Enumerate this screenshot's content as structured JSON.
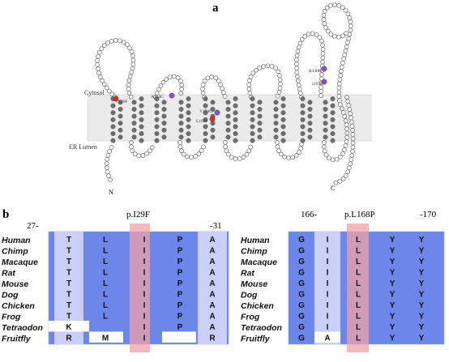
{
  "panel_a": {
    "label": "a",
    "cytosol_label": "Cytosol",
    "er_label": "ER Lumen",
    "n_label": "N",
    "c_label": "C",
    "mutations": [
      {
        "label": "I29F",
        "color": "#e0281e"
      },
      {
        "label": "A114G",
        "color": "#8a4fd0"
      },
      {
        "label": "Y170C",
        "color": "#8a4fd0"
      },
      {
        "label": "L168F",
        "color": "#e0281e"
      },
      {
        "label": "R348H",
        "color": "#8a4fd0"
      },
      {
        "label": "I293F",
        "color": "#8a4fd0"
      }
    ]
  },
  "panel_b": {
    "label": "b",
    "species": [
      "Human",
      "Chimp",
      "Macaque",
      "Rat",
      "Mouse",
      "Dog",
      "Chicken",
      "Frog",
      "Tetraodon",
      "Fruitfly"
    ],
    "left": {
      "title": "p.I29F",
      "start": "27-",
      "end": "-31",
      "columns": [
        [
          "T",
          "T",
          "T",
          "T",
          "T",
          "T",
          "T",
          "T",
          "K",
          "R"
        ],
        [
          "L",
          "L",
          "L",
          "L",
          "L",
          "L",
          "L",
          "L",
          "",
          "M"
        ],
        [
          "I",
          "I",
          "I",
          "I",
          "I",
          "I",
          "I",
          "I",
          "I",
          "I"
        ],
        [
          "P",
          "P",
          "P",
          "P",
          "P",
          "P",
          "P",
          "P",
          "P",
          ""
        ],
        [
          "A",
          "A",
          "A",
          "A",
          "A",
          "A",
          "A",
          "A",
          "A",
          "R"
        ]
      ]
    },
    "right": {
      "title": "p.L168P",
      "start": "166-",
      "end": "-170",
      "columns": [
        [
          "G",
          "G",
          "G",
          "G",
          "G",
          "G",
          "G",
          "G",
          "G",
          "G"
        ],
        [
          "I",
          "I",
          "I",
          "I",
          "I",
          "I",
          "I",
          "I",
          "I",
          "A"
        ],
        [
          "L",
          "L",
          "L",
          "L",
          "L",
          "L",
          "L",
          "L",
          "L",
          "L"
        ],
        [
          "Y",
          "Y",
          "Y",
          "Y",
          "Y",
          "Y",
          "Y",
          "Y",
          "Y",
          "Y"
        ],
        [
          "Y",
          "Y",
          "Y",
          "Y",
          "Y",
          "Y",
          "Y",
          "Y",
          "Y",
          "Y"
        ]
      ]
    },
    "colors": {
      "conserved": "#6d86ea",
      "partial": "#c9cff6",
      "highlight": "#f2a0a8"
    }
  }
}
